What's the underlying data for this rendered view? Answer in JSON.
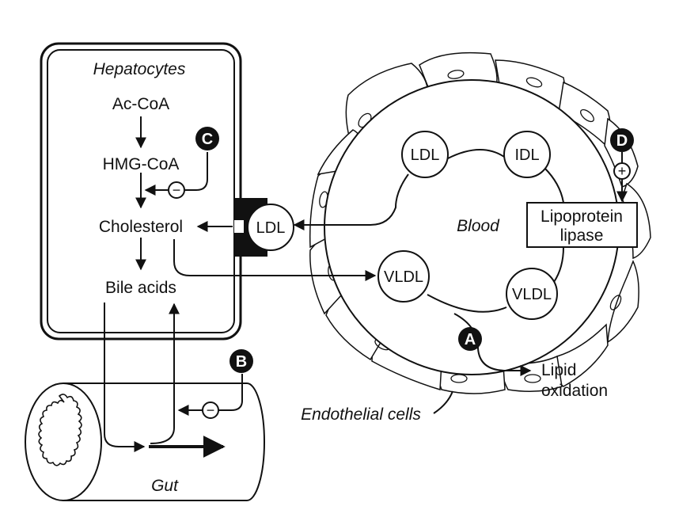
{
  "labels": {
    "hepatocytes": "Hepatocytes",
    "ac_coa": "Ac-CoA",
    "hmg_coa": "HMG-CoA",
    "cholesterol": "Cholesterol",
    "bile_acids": "Bile acids",
    "blood": "Blood",
    "gut": "Gut",
    "endothelial": "Endothelial cells",
    "lipoprotein_1": "Lipoprotein",
    "lipoprotein_2": "lipase",
    "lipid_1": "Lipid",
    "lipid_2": "oxidation"
  },
  "particles": {
    "ldl_receptor": "LDL",
    "ldl_blood": "LDL",
    "idl": "IDL",
    "vldl_left": "VLDL",
    "vldl_right": "VLDL"
  },
  "badges": {
    "a": "A",
    "b": "B",
    "c": "C",
    "d": "D"
  },
  "signs": {
    "minus": "−",
    "plus": "+"
  }
}
